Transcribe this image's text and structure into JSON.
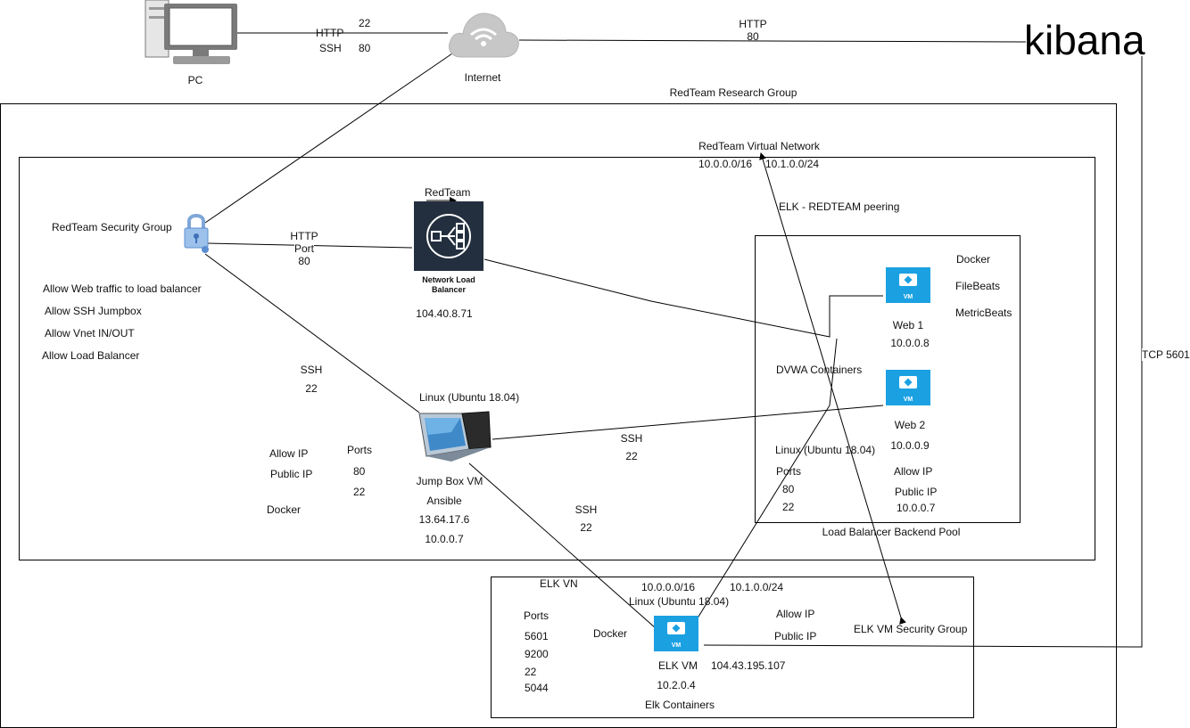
{
  "pc": {
    "label": "PC"
  },
  "internet": {
    "label": "Internet"
  },
  "kibana": {
    "label": "kibana"
  },
  "pc_link": {
    "proto_http": "HTTP",
    "proto_ssh": "SSH",
    "port_a": "22",
    "port_b": "80"
  },
  "kibana_link": {
    "proto": "HTTP",
    "port": "80",
    "tcp": "TCP 5601"
  },
  "research_group": {
    "label": "RedTeam Research Group"
  },
  "vnet": {
    "label": "RedTeam Virtual Network",
    "cidr_a": "10.0.0.0/16",
    "cidr_b": "10.1.0.0/24"
  },
  "peering": {
    "label": "ELK - REDTEAM peering"
  },
  "security_group": {
    "label": "RedTeam Security Group",
    "rules": [
      "Allow Web traffic to load balancer",
      "Allow SSH Jumpbox",
      "Allow Vnet IN/OUT",
      "Allow Load Balancer"
    ]
  },
  "sg_to_lb": {
    "proto": "HTTP",
    "port_label": "Port",
    "port": "80"
  },
  "sg_to_jump": {
    "proto": "SSH",
    "port": "22"
  },
  "load_balancer": {
    "top_label": "RedTeam",
    "name_line1": "Network Load",
    "name_line2": "Balancer",
    "ip": "104.40.8.71"
  },
  "jumpbox": {
    "os": "Linux (Ubuntu 18.04)",
    "name": "Jump Box VM",
    "ansible": "Ansible",
    "public_ip": "13.64.17.6",
    "private_ip": "10.0.0.7",
    "allow_ip": "Allow IP",
    "public_ip_label": "Public IP",
    "ports_label": "Ports",
    "port_a": "80",
    "port_b": "22",
    "docker": "Docker"
  },
  "jump_to_web": {
    "proto": "SSH",
    "port": "22"
  },
  "jump_to_elk": {
    "proto": "SSH",
    "port": "22"
  },
  "backend_pool": {
    "label": "Load Balancer Backend Pool",
    "docker": "Docker",
    "filebeats": "FileBeats",
    "metricbeats": "MetricBeats",
    "dvwa": "DVWA Containers",
    "web1_name": "Web 1",
    "web1_ip": "10.0.0.8",
    "web2_name": "Web 2",
    "web2_ip": "10.0.0.9",
    "os": "Linux (Ubuntu 18.04)",
    "ports_label": "Ports",
    "port_a": "80",
    "port_b": "22",
    "allow_ip": "Allow IP",
    "public_ip_label": "Public IP",
    "public_ip": "10.0.0.7"
  },
  "elk": {
    "vn_label": "ELK VN",
    "cidr_a": "10.0.0.0/16",
    "cidr_b": "10.1.0.0/24",
    "os": "Linux (Ubuntu 18.04)",
    "ports_label": "Ports",
    "ports": [
      "5601",
      "9200",
      "22",
      "5044"
    ],
    "docker": "Docker",
    "name": "ELK VM",
    "private_ip": "10.2.0.4",
    "public_ip": "104.43.195.107",
    "containers": "Elk Containers",
    "allow_ip": "Allow IP",
    "public_ip_label": "Public IP",
    "security_group": "ELK VM Security Group"
  },
  "vm_badge": "VM",
  "colors": {
    "azure_blue": "#1ba1e2",
    "aws_dark": "#232f3e",
    "line": "#000000"
  }
}
